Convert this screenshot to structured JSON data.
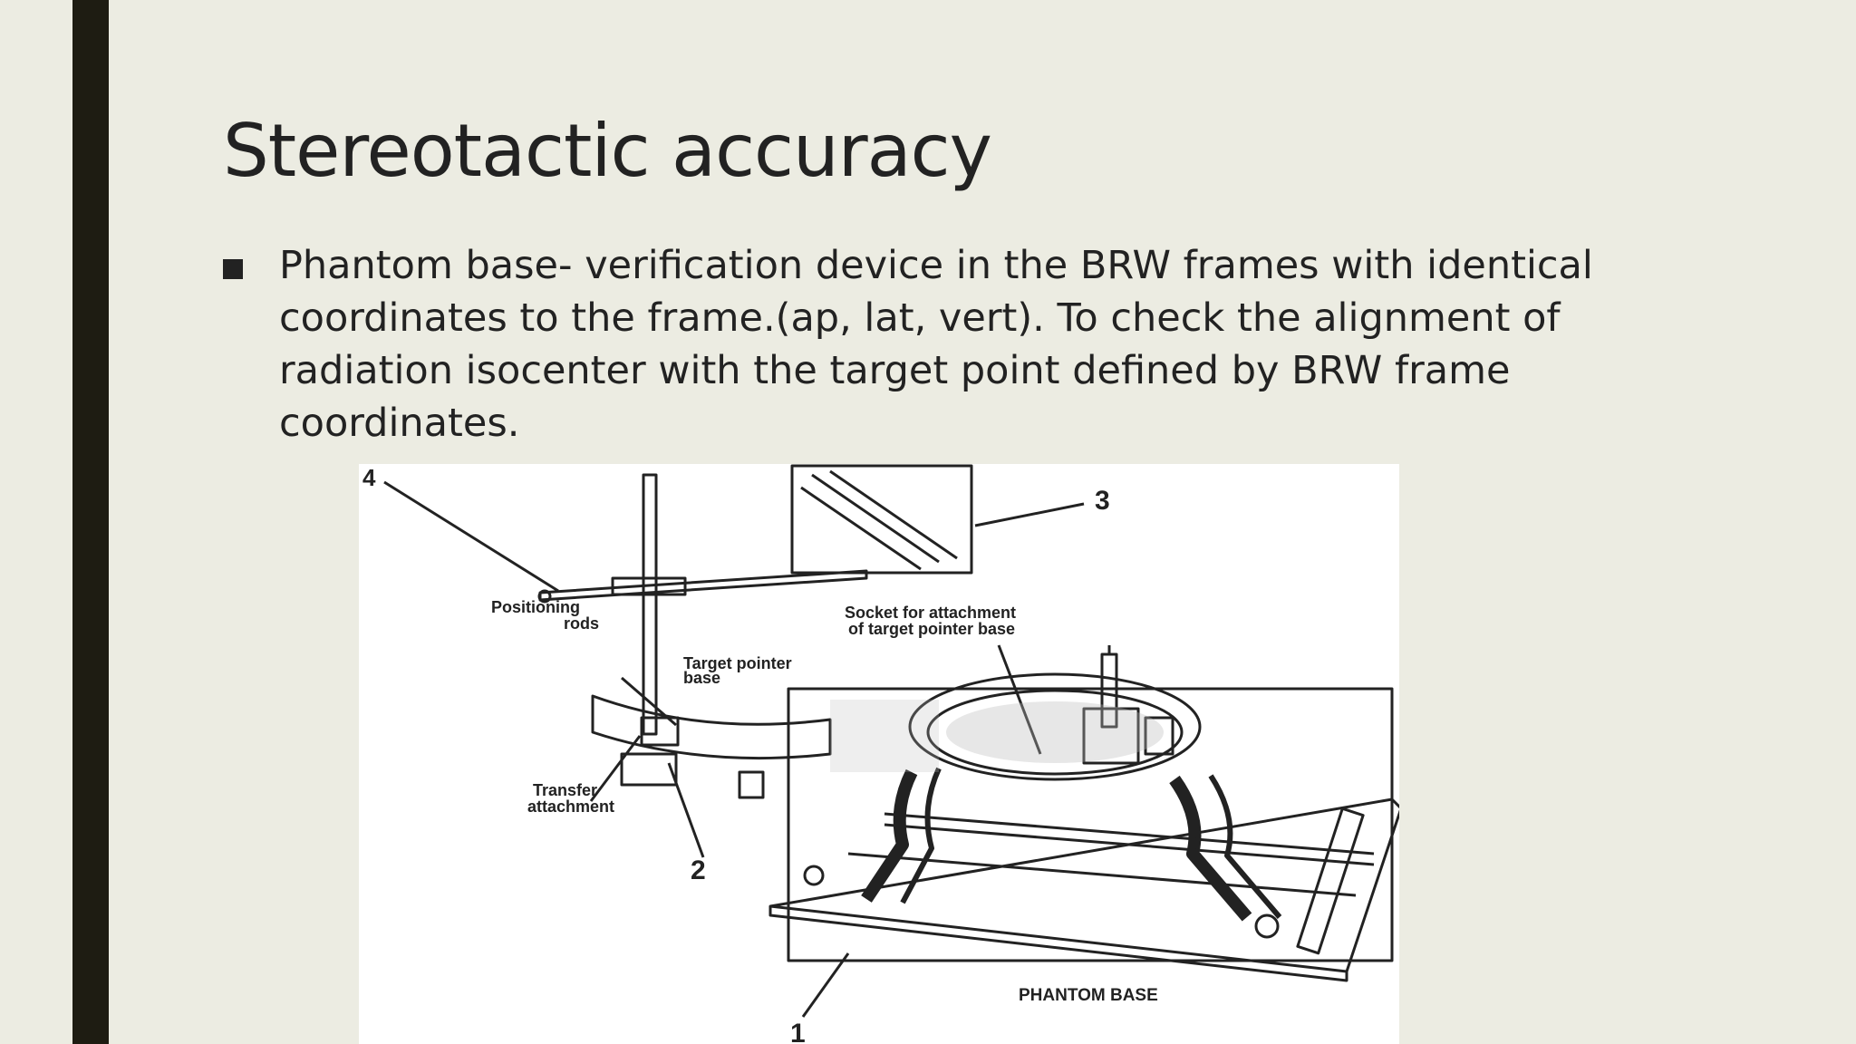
{
  "slide": {
    "title": "Stereotactic accuracy",
    "bullets": [
      "Phantom base- verification device in the BRW frames with identical coordinates to the frame.(ap, lat, vert). To check the alignment of radiation isocenter with the target point defined by BRW frame coordinates."
    ]
  },
  "figure": {
    "labels": {
      "n1": "1",
      "n2": "2",
      "n3": "3",
      "n4": "4",
      "positioning_rods_l1": "Positioning",
      "positioning_rods_l2": "rods",
      "target_pointer_l1": "Target pointer",
      "target_pointer_l2": "base",
      "socket_l1": "Socket for attachment",
      "socket_l2": "of target pointer base",
      "transfer_l1": "Transfer",
      "transfer_l2": "attachment",
      "phantom_base": "PHANTOM BASE"
    }
  }
}
